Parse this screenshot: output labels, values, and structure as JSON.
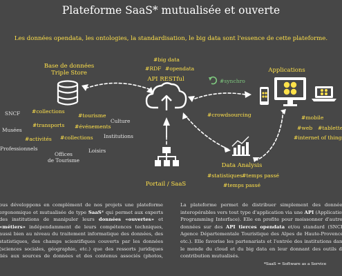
{
  "header": {
    "title": "Plateforme SaaS* mutualisée et ouverte",
    "subtitle": "Les données opendata, les ontologies, la standardisation, le big data sont l'essence de cette plateforme."
  },
  "nodes": {
    "triple_store": {
      "label_line1": "Base de données",
      "label_line2": "Triple Store"
    },
    "api": {
      "label": "API RESTful"
    },
    "applications": {
      "label": "Applications"
    },
    "portail": {
      "label": "Portail / SaaS"
    },
    "data_analysis": {
      "label": "Data Analysis"
    }
  },
  "api_tags": {
    "big_data": "#big data",
    "rdf": "#RDF",
    "opendata": "#opendata"
  },
  "sync_tag": "#synchro",
  "crowd_tag": "#crowdsourcing",
  "app_tags": {
    "mobile": "#mobile",
    "web": "#web",
    "tablette": "#tablette",
    "iot": "#internet of things"
  },
  "analysis_tags": {
    "statistiques": "#statistiques",
    "temps_passe_1": "#temps passé",
    "temps_passe_2": "#temps passé"
  },
  "sources": {
    "sncf": "SNCF",
    "musees": "Musées",
    "professionnels": "Professionnels",
    "offices_1": "Offices",
    "offices_2": "de Tourisme",
    "loisirs": "Loisirs",
    "institutions": "Institutions",
    "culture": "Culture"
  },
  "source_tags": {
    "collections_1": "#collections",
    "tourisme": "#tourisme",
    "transports": "#transports",
    "evenements": "#événements",
    "activites": "#activités",
    "collections_2": "#collections"
  },
  "left_paragraph": [
    {
      "t": "ous développons en complément de nos projets une plateforme "
    },
    {
      "t": "ergonomique et mutualisée de type "
    },
    {
      "b": "SaaS"
    },
    {
      "t": "* qui permet aux experts des institutions de manipuler leurs "
    },
    {
      "b": "données «ouvertes»"
    },
    {
      "t": " et "
    },
    {
      "b": "«métiers»"
    },
    {
      "t": " indépendamment de leurs compétences techniques, aussi bien au niveau du traitement informatique des données, des statistiques, des champs scientifiques couverts par les données (sciences sociales, géographie, etc.) que des ressorts juridiques liés aux sources de données et des contenus associés (photos, vidéos, etc.)."
    }
  ],
  "right_paragraph": [
    {
      "t": "La plateforme permet de distribuer simplement des données interopérables vers tout type d'application via une "
    },
    {
      "b": "API"
    },
    {
      "t": " (Application Programming Interface). Elle en profite pour moissonner d'autres données sur des "
    },
    {
      "b": "API tierces opendata"
    },
    {
      "t": " et/ou standard (SNCF, Agence Départementale Touristique des Alpes de Haute-Provence, etc.). Elle favorise les partenariats et l'entrée des institutions dans le monde du cloud et du big data en leur donnant des outils de contribution mutualisés."
    }
  ],
  "footnote": "*SaaS = Software as a Service",
  "colors": {
    "background": "#474747",
    "accent": "#ffe14a",
    "icon": "#ffffff",
    "sync": "#7fc97f"
  }
}
